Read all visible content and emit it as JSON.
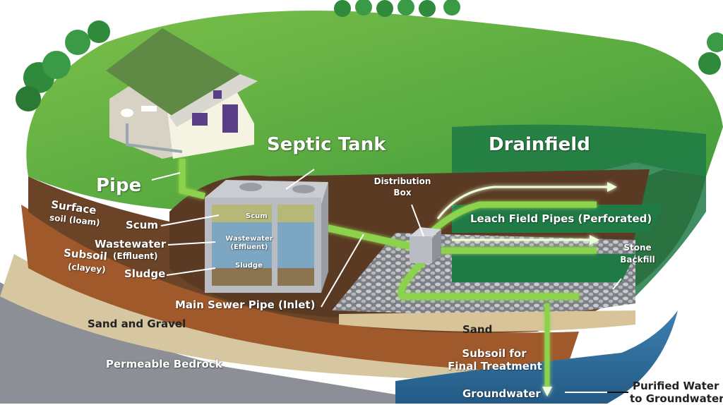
{
  "title_labels": {
    "pipe": "Pipe",
    "septic_tank": "Septic Tank",
    "drainfield": "Drainfield"
  },
  "soil_layers": {
    "surface": "Surface",
    "surface_sub": "soil (loam)",
    "subsoil": "Subsoil",
    "subsoil_sub": "(clayey)",
    "sand_and_gravel": "Sand and Gravel",
    "permeable_bedrock": "Permeable Bedrock"
  },
  "tank_labels": {
    "scum_outer": "Scum",
    "wastewater_outer": "Wastewater",
    "effluent_outer": "(Effluent)",
    "sludge_outer": "Sludge",
    "scum_inner": "Scum",
    "wastewater_inner": "Wastewater",
    "effluent_inner": "(Effluent)",
    "sludge_inner": "Sludge"
  },
  "system_labels": {
    "main_sewer_pipe": "Main Sewer Pipe (Inlet)",
    "distribution_box_1": "Distribution",
    "distribution_box_2": "Box",
    "leach_field_pipes": "Leach Field Pipes (Perforated)",
    "stone_1": "Stone",
    "stone_2": "Backfill",
    "sand": "Sand",
    "subsoil_final_1": "Subsoil for",
    "subsoil_final_2": "Final Treatment",
    "groundwater": "Groundwater",
    "purified_1": "Purified Water",
    "purified_2": "to Groundwater"
  },
  "colors": {
    "grass": "#5aa83a",
    "grass_dark": "#2f8a3c",
    "drainfield_green": "#1f7a45",
    "topsoil": "#6b4427",
    "clay": "#a0592b",
    "sand": "#d9c49a",
    "bedrock": "#8c8f95",
    "groundwater": "#2f6f9e",
    "pipe_glow": "#9be05a",
    "tank": "#b9bcc2"
  }
}
